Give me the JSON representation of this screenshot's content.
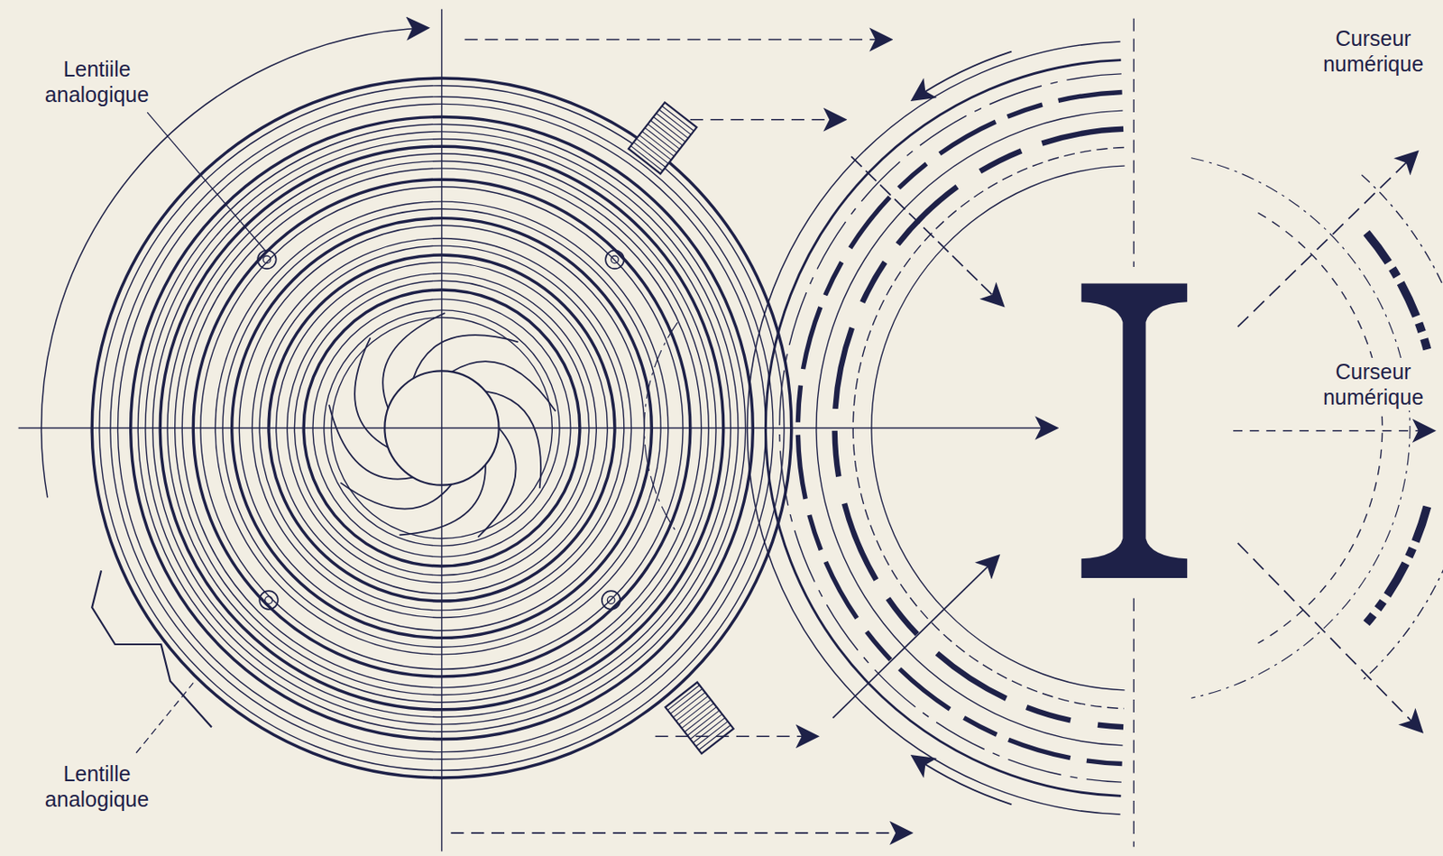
{
  "diagram": {
    "labels": [
      "Lentiile analogique",
      "Lentille analogique",
      "Curseur numérique",
      "Curseur numérique"
    ]
  }
}
